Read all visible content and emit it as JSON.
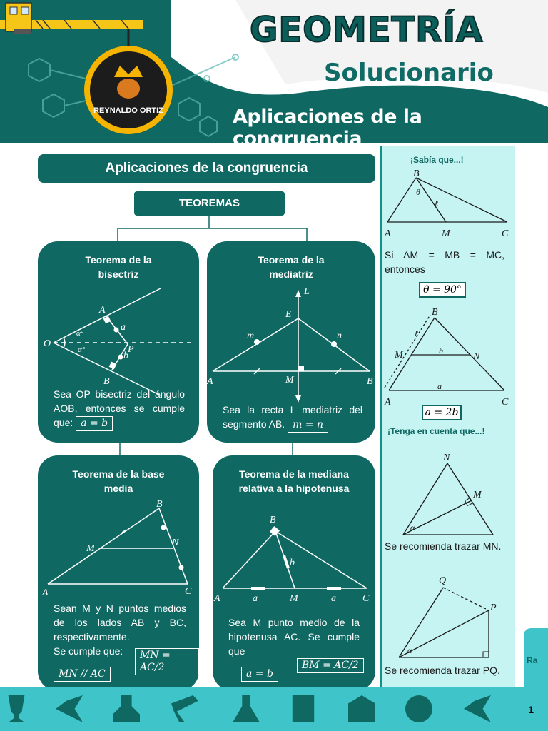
{
  "header": {
    "title": "GEOMETRÍA",
    "subtitle": "Solucionario",
    "topic": "Aplicaciones de la congruencia",
    "logo_name": "REYNALDO ORTIZ"
  },
  "main": {
    "title": "Aplicaciones de la congruencia",
    "section": "TEOREMAS"
  },
  "cards": [
    {
      "title": "Teorema de la bisectriz",
      "text": "Sea OP bisectriz del ángulo AOB, entonces se cumple que:",
      "formula": "a = b",
      "labels": {
        "O": "O",
        "A": "A",
        "B": "B",
        "P": "P",
        "a": "a",
        "b": "b",
        "alpha1": "α°",
        "alpha2": "α°"
      }
    },
    {
      "title": "Teorema de la mediatriz",
      "text": "Sea la recta L mediatriz del segmento AB.",
      "formula": "m = n",
      "labels": {
        "L": "L",
        "E": "E",
        "m": "m",
        "n": "n",
        "A": "A",
        "M": "M",
        "B": "B"
      }
    },
    {
      "title": "Teorema de la base media",
      "text": "Sean M y N puntos medios de los lados AB y BC, respectivamente.",
      "text2": "Se cumple que:",
      "formula": "MN // AC",
      "formula2": "MN = AC/2",
      "labels": {
        "A": "A",
        "B": "B",
        "C": "C",
        "M": "M",
        "N": "N"
      }
    },
    {
      "title": "Teorema de la mediana relativa a la hipotenusa",
      "text": "Sea M punto medio de la hipotenusa AC. Se cumple que",
      "formula": "a = b",
      "formula2": "BM = AC/2",
      "labels": {
        "A": "A",
        "B": "B",
        "C": "C",
        "M": "M",
        "a1": "a",
        "a2": "a",
        "b": "b"
      }
    }
  ],
  "side": {
    "heading1": "¡Sabía que...!",
    "fig1": {
      "B": "B",
      "A": "A",
      "M": "M",
      "C": "C",
      "theta": "θ",
      "l": "ℓ"
    },
    "text1": "Si AM = MB = MC, entonces",
    "box1": "θ = 90°",
    "fig2": {
      "B": "B",
      "M": "M",
      "N": "N",
      "A": "A",
      "C": "C",
      "a": "a",
      "b": "b",
      "l": "ℓ"
    },
    "box2": "a = 2b",
    "heading2": "¡Tenga en cuenta que...!",
    "fig3": {
      "N": "N",
      "M": "M",
      "alpha": "α"
    },
    "text3": "Se recomienda trazar MN.",
    "fig4": {
      "Q": "Q",
      "P": "P",
      "alpha": "α"
    },
    "text4": "Se recomienda trazar PQ."
  },
  "footer": {
    "page": "1",
    "ra_label": "Ra"
  },
  "colors": {
    "teal": "#0f6862",
    "light_cyan": "#c6f4f3",
    "footer": "#3fc5c9"
  }
}
